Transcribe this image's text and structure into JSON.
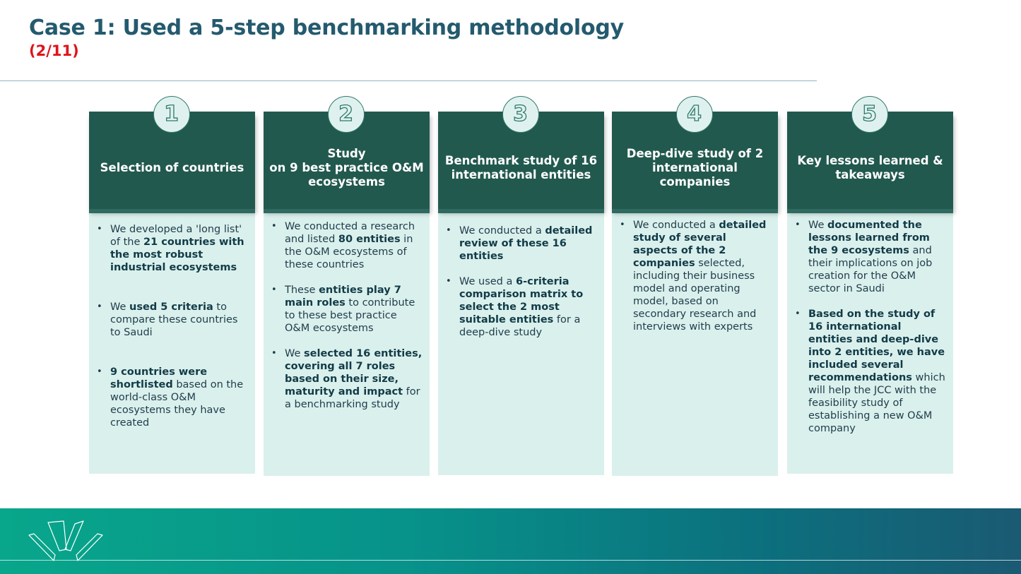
{
  "header": {
    "title": "Case 1: Used a 5-step benchmarking methodology",
    "subtitle": "(2/11)"
  },
  "steps": [
    {
      "number": "1",
      "title": "Selection of countries",
      "bullets": [
        [
          [
            "We developed a 'long list' of the ",
            false
          ],
          [
            "21 countries with the most robust industrial ecosystems",
            true
          ]
        ],
        [
          [
            "We ",
            false
          ],
          [
            "used 5 criteria",
            true
          ],
          [
            " to compare these countries to Saudi",
            false
          ]
        ],
        [
          [
            "9 countries were shortlisted",
            true
          ],
          [
            " based on the world-class O&M ecosystems they have created",
            false
          ]
        ]
      ]
    },
    {
      "number": "2",
      "title": "Study\non 9 best practice O&M ecosystems",
      "bullets": [
        [
          [
            "We conducted a research and listed ",
            false
          ],
          [
            "80 entities",
            true
          ],
          [
            " in the O&M ecosystems of these countries",
            false
          ]
        ],
        [
          [
            "These ",
            false
          ],
          [
            "entities play 7 main roles",
            true
          ],
          [
            " to contribute to these best practice O&M ecosystems",
            false
          ]
        ],
        [
          [
            "We ",
            false
          ],
          [
            "selected 16 entities, covering all 7 roles based on their size, maturity and impact",
            true
          ],
          [
            " for a benchmarking study",
            false
          ]
        ]
      ]
    },
    {
      "number": "3",
      "title": "Benchmark study of 16 international entities",
      "bullets": [
        [
          [
            "We conducted a ",
            false
          ],
          [
            "detailed review of these 16 entities",
            true
          ]
        ],
        [
          [
            "We used a ",
            false
          ],
          [
            "6-criteria comparison matrix to select the 2 most suitable entities",
            true
          ],
          [
            " for a deep-dive study",
            false
          ]
        ]
      ]
    },
    {
      "number": "4",
      "title": "Deep-dive study of 2 international companies",
      "bullets": [
        [
          [
            "We conducted a ",
            false
          ],
          [
            "detailed study of several aspects of the 2 companies",
            true
          ],
          [
            " selected, including their business model and operating model, based on secondary research and interviews with experts",
            false
          ]
        ]
      ]
    },
    {
      "number": "5",
      "title": "Key lessons learned & takeaways",
      "bullets": [
        [
          [
            "We ",
            false
          ],
          [
            "documented the lessons learned from the 9 ecosystems",
            true
          ],
          [
            " and their implications on job creation for the O&M sector in Saudi",
            false
          ]
        ],
        [
          [
            "Based on the study of 16 international entities and deep-dive into 2 entities, we have included several recommendations",
            true
          ],
          [
            " which will help the JCC with the feasibility study of establishing a new O&M company",
            false
          ]
        ]
      ]
    }
  ]
}
